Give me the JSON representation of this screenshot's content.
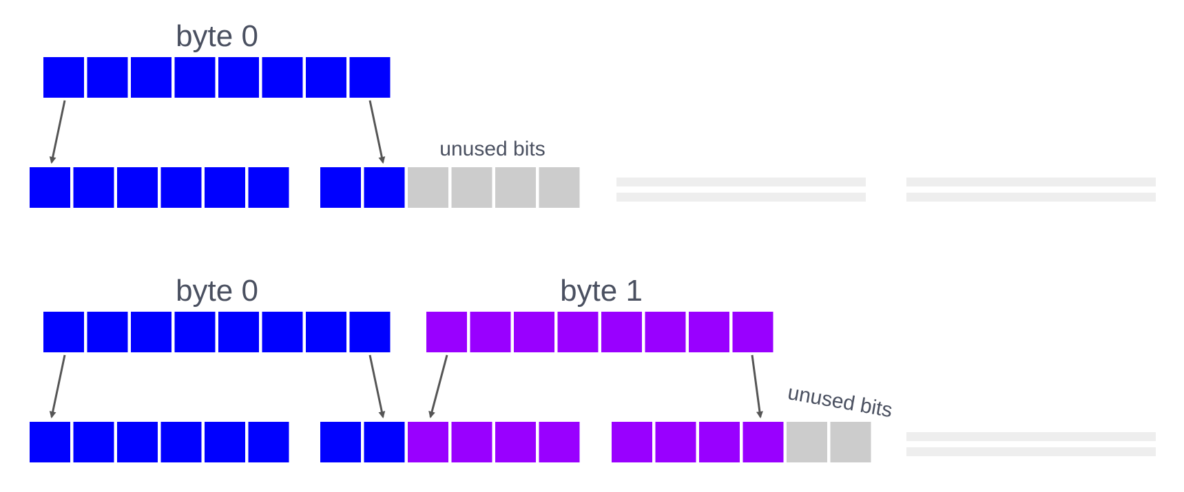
{
  "colors": {
    "byte0": "#0000ff",
    "byte1": "#9900ff",
    "unused": "#cccccc",
    "placeholder": "#eeeeee",
    "arrow": "#555555",
    "text": "#4a5060"
  },
  "top_diagram": {
    "byte_label": "byte 0",
    "unused_label": "unused bits"
  },
  "bottom_diagram": {
    "byte0_label": "byte 0",
    "byte1_label": "byte 1",
    "unused_label": "unused bits"
  }
}
